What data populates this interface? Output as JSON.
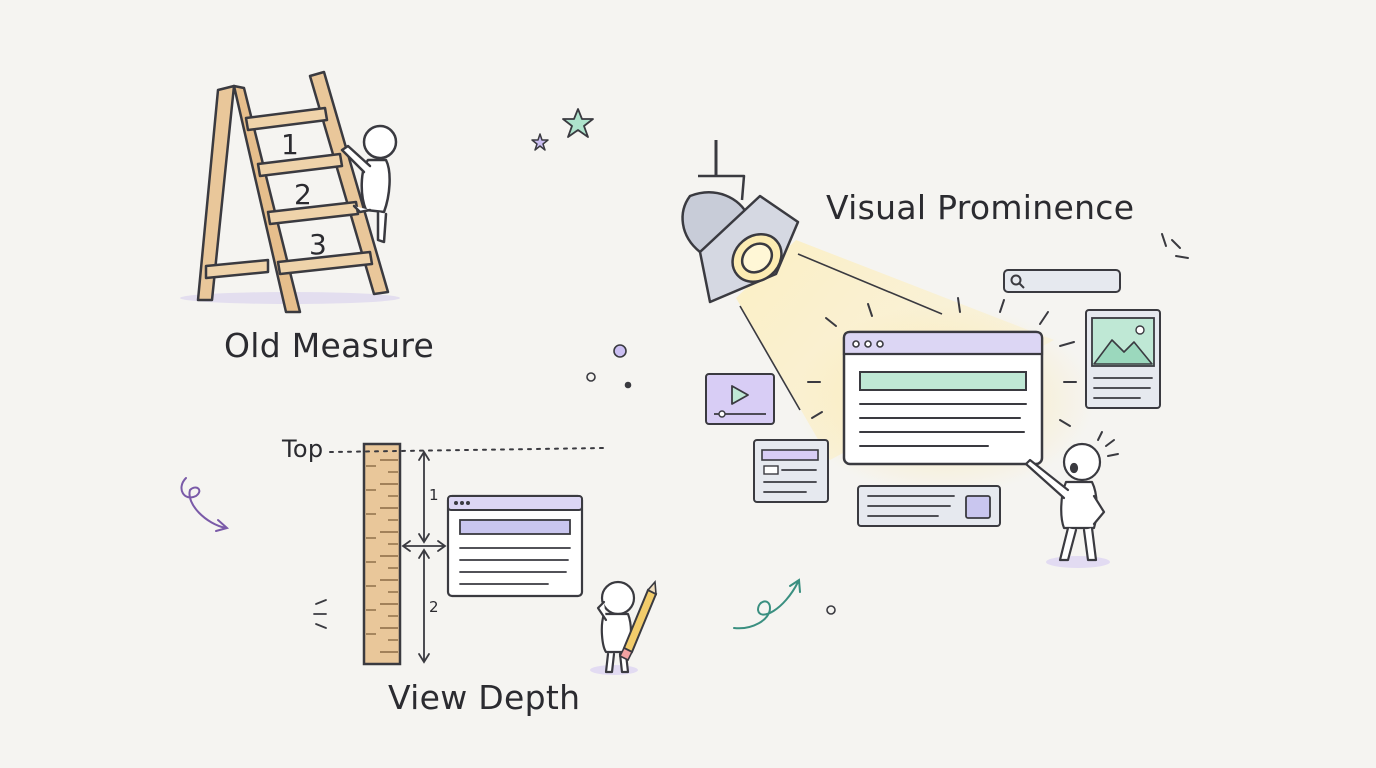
{
  "labels": {
    "old_measure": "Old Measure",
    "visual_prominence": "Visual Prominence",
    "view_depth": "View Depth",
    "top": "Top"
  },
  "ladder": {
    "rungs": [
      "1",
      "2",
      "3"
    ]
  },
  "ruler": {
    "segments": [
      "1",
      "2"
    ]
  },
  "colors": {
    "background": "#f5f4f1",
    "ink": "#2b2b30",
    "wood": "#e9c79a",
    "lavender": "#cdbff0",
    "mint": "#bfe8d5",
    "spotlight": "#fbe9b0",
    "panel": "#e6e9ef"
  },
  "icons": [
    "ladder-icon",
    "ruler-icon",
    "spotlight-icon",
    "play-icon",
    "image-icon",
    "search-icon",
    "pencil-icon",
    "star-icon"
  ]
}
